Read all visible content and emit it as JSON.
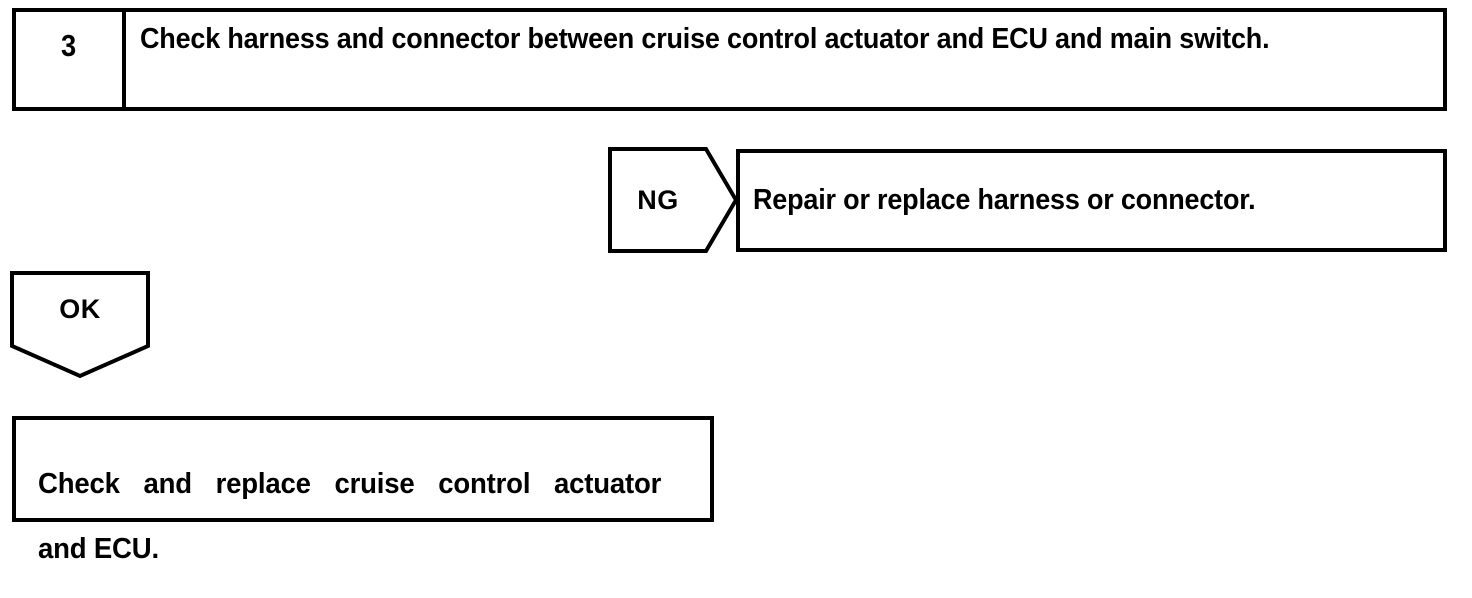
{
  "diagram": {
    "title": "Cruise control troubleshooting flow",
    "colors": {
      "ink": "#000000",
      "paper": "#ffffff"
    },
    "step": {
      "number": "3",
      "text": "Check harness and connector between cruise control actuator and ECU and main switch."
    },
    "branch_ng": {
      "label": "NG",
      "result_text": "Repair or replace harness or connector."
    },
    "branch_ok": {
      "label": "OK",
      "result_line1": "Check and replace cruise control actuator",
      "result_line2": "and ECU."
    }
  }
}
